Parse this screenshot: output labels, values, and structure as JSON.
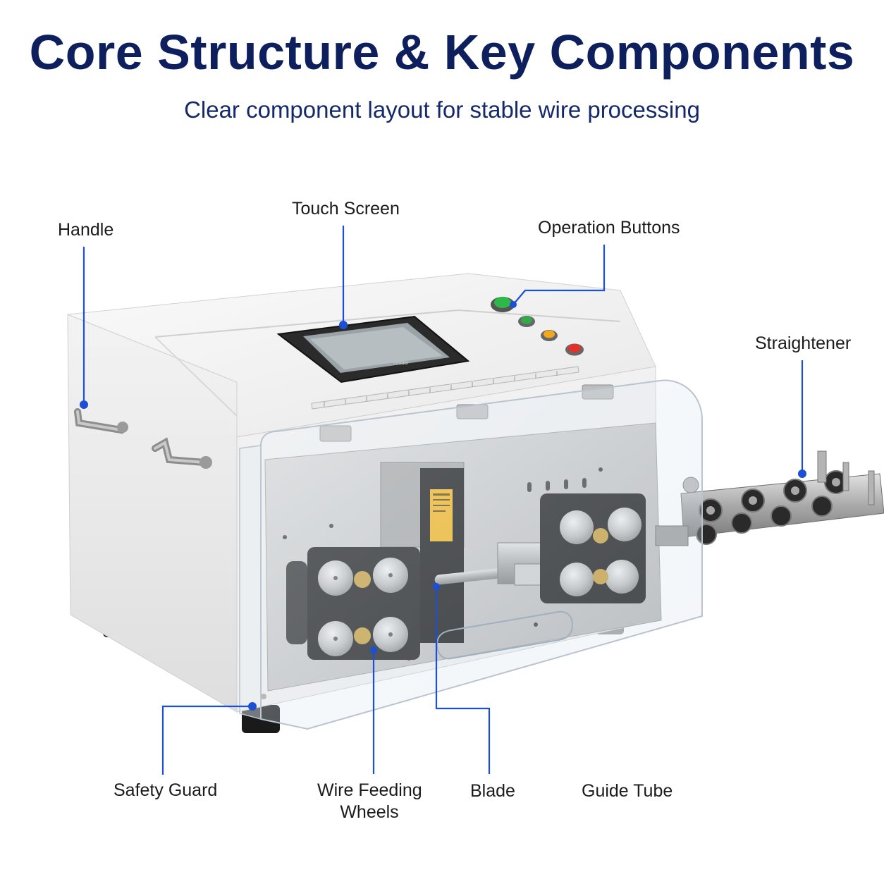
{
  "title": "Core Structure & Key Components",
  "subtitle": "Clear component layout for stable wire processing",
  "accent_color": "#1d4fd6",
  "labels": {
    "handle": "Handle",
    "touch_screen": "Touch Screen",
    "operation_buttons": "Operation Buttons",
    "straightener": "Straightener",
    "safety_guard": "Safety Guard",
    "wire_feeding_wheels_line1": "Wire Feeding",
    "wire_feeding_wheels_line2": "Wheels",
    "blade": "Blade",
    "guide_tube": "Guide Tube"
  },
  "device": {
    "screen_brand": "Leader",
    "button_colors": [
      "#2fb84a",
      "#35a84a",
      "#f2a81d",
      "#e0322b"
    ]
  }
}
